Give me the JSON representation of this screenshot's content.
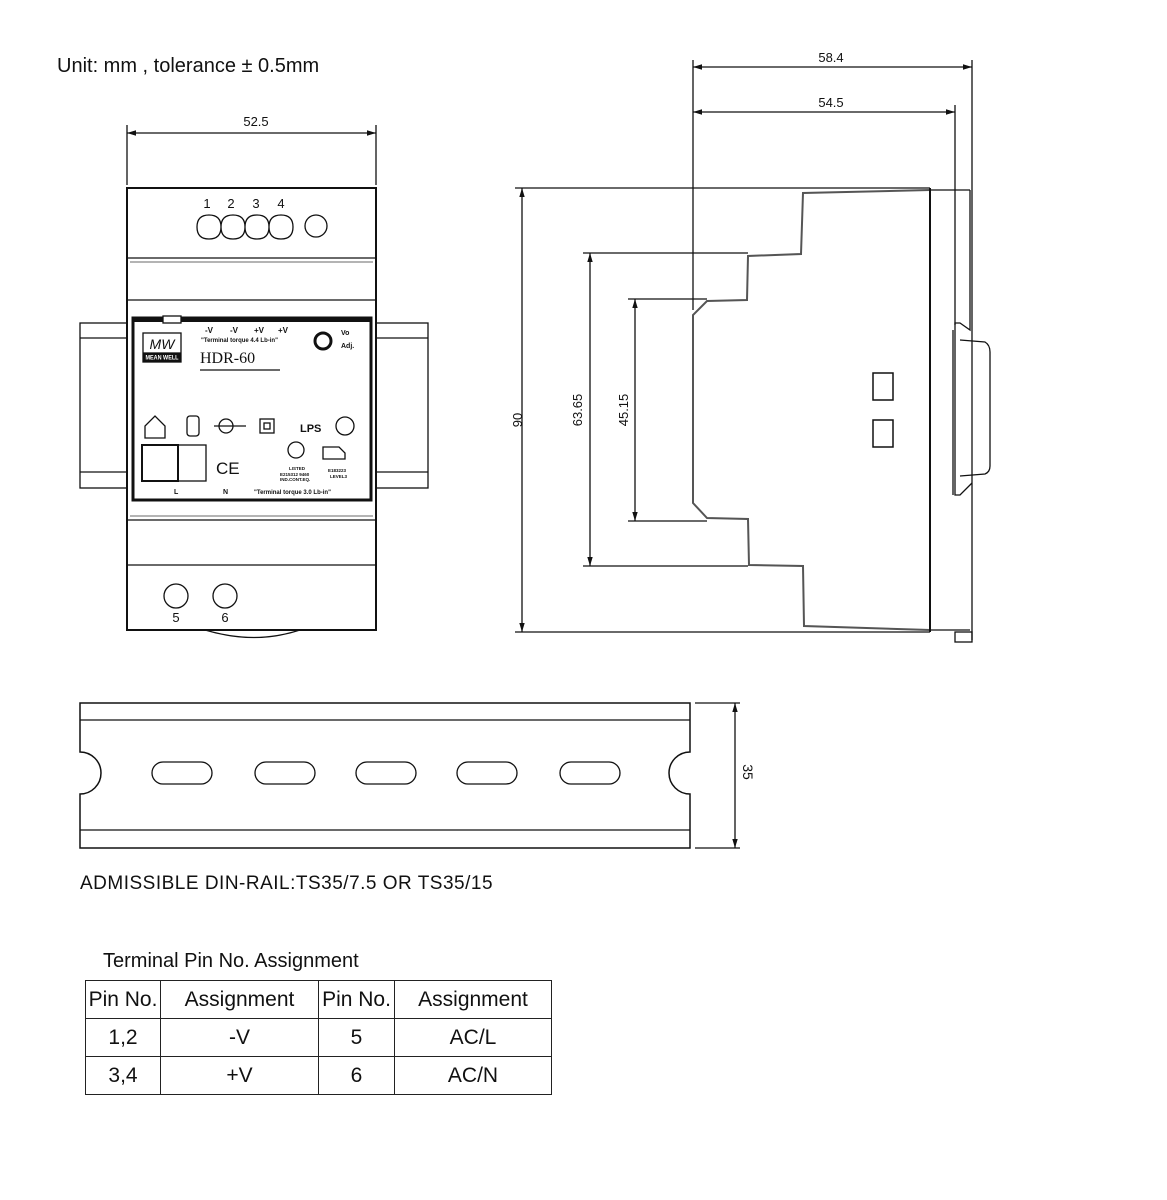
{
  "header": {
    "unit_note": "Unit: mm , tolerance ± 0.5mm"
  },
  "front_view": {
    "width_dim": "52.5",
    "top_pins": [
      "1",
      "2",
      "3",
      "4"
    ],
    "bottom_pins": [
      "5",
      "6"
    ],
    "label": {
      "polarity": [
        "-V",
        "-V",
        "+V",
        "+V"
      ],
      "torque_top": "\"Terminal torque 4.4 Lb-in\"",
      "adj": [
        "Vo",
        "Adj."
      ],
      "brand": "MW",
      "brand_sub": "MEAN WELL",
      "model": "HDR-60",
      "lps": "LPS",
      "ce": "CE",
      "ul_listed": [
        "LISTED",
        "E215312  9460",
        "IND.CONT.EQ."
      ],
      "ru_mark": [
        "E183223",
        "LEVEL3"
      ],
      "ac_labels": [
        "L",
        "N"
      ],
      "torque_bottom": "\"Terminal torque 3.0 Lb-in\""
    }
  },
  "side_view": {
    "dims": {
      "overall_depth": "58.4",
      "body_depth": "54.5",
      "height": "90",
      "step1": "63.65",
      "step2": "45.15"
    }
  },
  "din_rail": {
    "height_dim": "35",
    "caption": "ADMISSIBLE DIN-RAIL:TS35/7.5 OR TS35/15"
  },
  "pin_table": {
    "title": "Terminal Pin No.  Assignment",
    "headers": [
      "Pin No.",
      "Assignment",
      "Pin No.",
      "Assignment"
    ],
    "rows": [
      [
        "1,2",
        "-V",
        "5",
        "AC/L"
      ],
      [
        "3,4",
        "+V",
        "6",
        "AC/N"
      ]
    ]
  }
}
